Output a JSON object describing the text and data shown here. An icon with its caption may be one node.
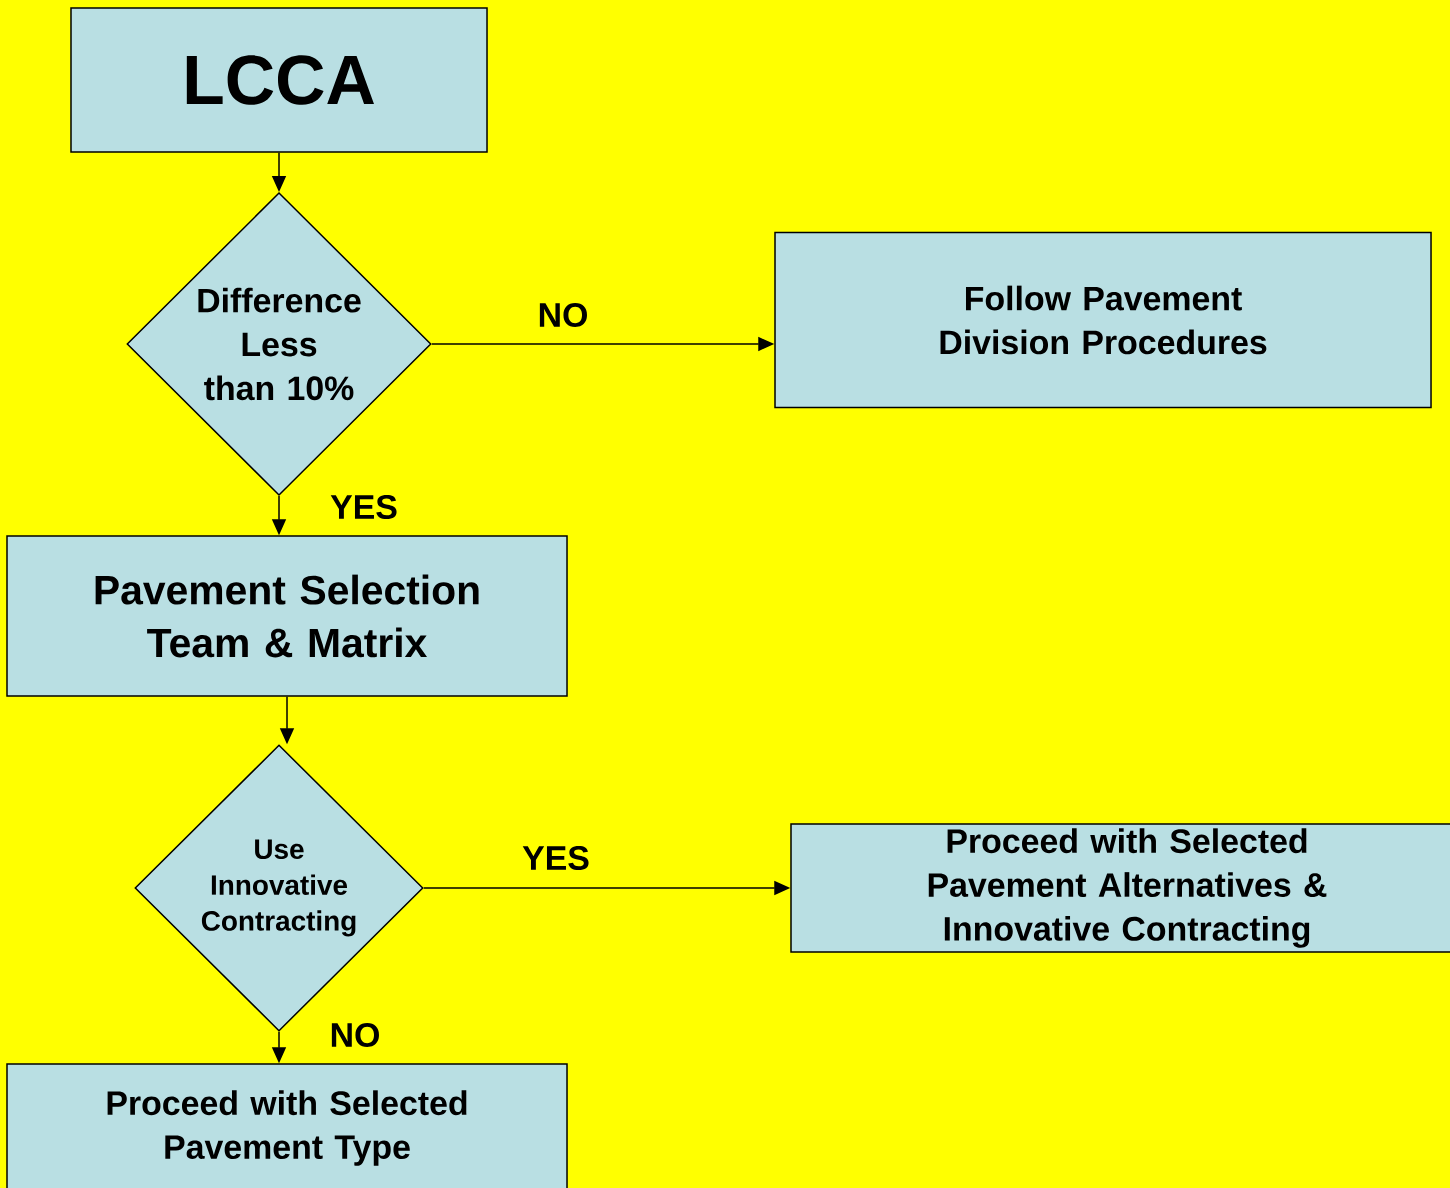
{
  "diagram": {
    "nodes": [
      {
        "text": [
          "LCCA"
        ]
      },
      {
        "text": [
          "Difference Less than 10%"
        ]
      },
      {
        "text": [
          "Follow Pavement Division Procedures"
        ]
      },
      {
        "text": [
          "Pavement Selection Team & Matrix"
        ]
      },
      {
        "text": [
          "Use Innovative Contracting"
        ]
      },
      {
        "text": [
          "Proceed with Selected Pavement Alternatives & Innovative Contracting"
        ]
      },
      {
        "text": [
          "Proceed with Selected Pavement Type"
        ]
      }
    ],
    "edges": [
      {
        "from": 0,
        "to": 1,
        "arrow": "to"
      },
      {
        "from": 1,
        "to": 2,
        "arrow": "to",
        "label": "NO"
      },
      {
        "from": 1,
        "to": 3,
        "arrow": "to",
        "label": "YES"
      },
      {
        "from": 3,
        "to": 4,
        "arrow": "to"
      },
      {
        "from": 4,
        "to": 5,
        "arrow": "to",
        "label": "YES"
      },
      {
        "from": 4,
        "to": 6,
        "arrow": "to",
        "label": "NO"
      }
    ]
  }
}
